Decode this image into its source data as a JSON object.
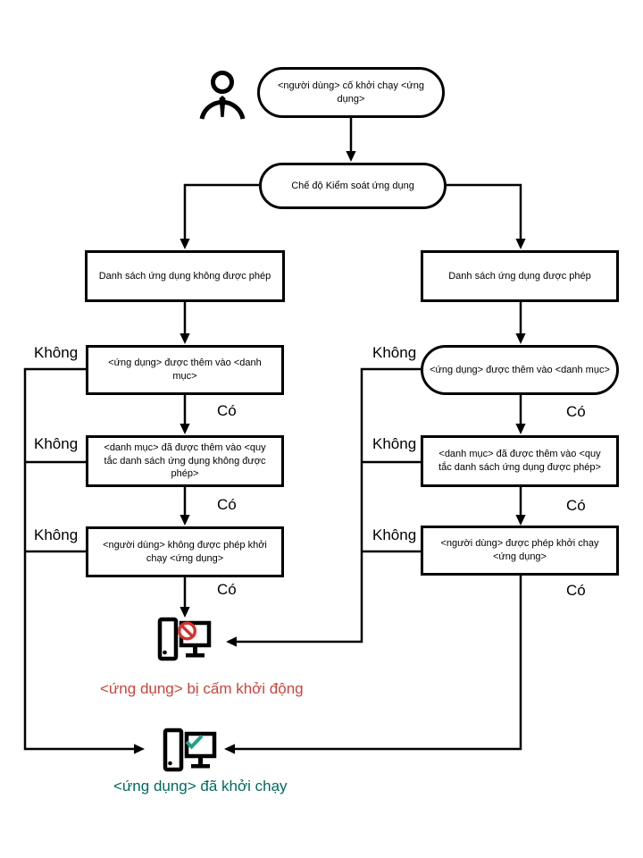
{
  "diagram": {
    "start_node": "<người dùng> cố khởi chạy <ứng dụng>",
    "mode_node": "Chế độ Kiểm soát ứng dụng",
    "left_branch": {
      "title": "Danh sách ứng dụng không được phép",
      "step1": "<ứng dụng> được thêm vào <danh mục>",
      "step2": "<danh mục> đã được thêm vào <quy tắc danh sách ứng dụng không được phép>",
      "step3": "<người dùng> không được phép khởi chạy <ứng dụng>",
      "result": "<ứng dụng> bị cấm khởi động"
    },
    "right_branch": {
      "title": "Danh sách ứng dụng được phép",
      "step1": "<ứng dụng> được thêm vào <danh mục>",
      "step2": "<danh mục> đã được thêm vào <quy tắc danh sách ứng dụng được phép>",
      "step3": "<người dùng> được phép khởi chạy <ứng dụng>",
      "result": "<ứng dụng> đã khởi chạy"
    },
    "labels": {
      "yes": "Có",
      "no": "Không"
    },
    "icons": {
      "user": "user-icon",
      "blocked_computer": "blocked-computer-icon",
      "prohibition": "prohibition-icon",
      "running_computer": "running-computer-icon",
      "check": "check-icon"
    },
    "colors": {
      "line": "#000000",
      "blocked_text": "#c9453c",
      "started_text": "#00695e",
      "prohibition_red": "#d0342c",
      "check_teal": "#21a184"
    }
  }
}
